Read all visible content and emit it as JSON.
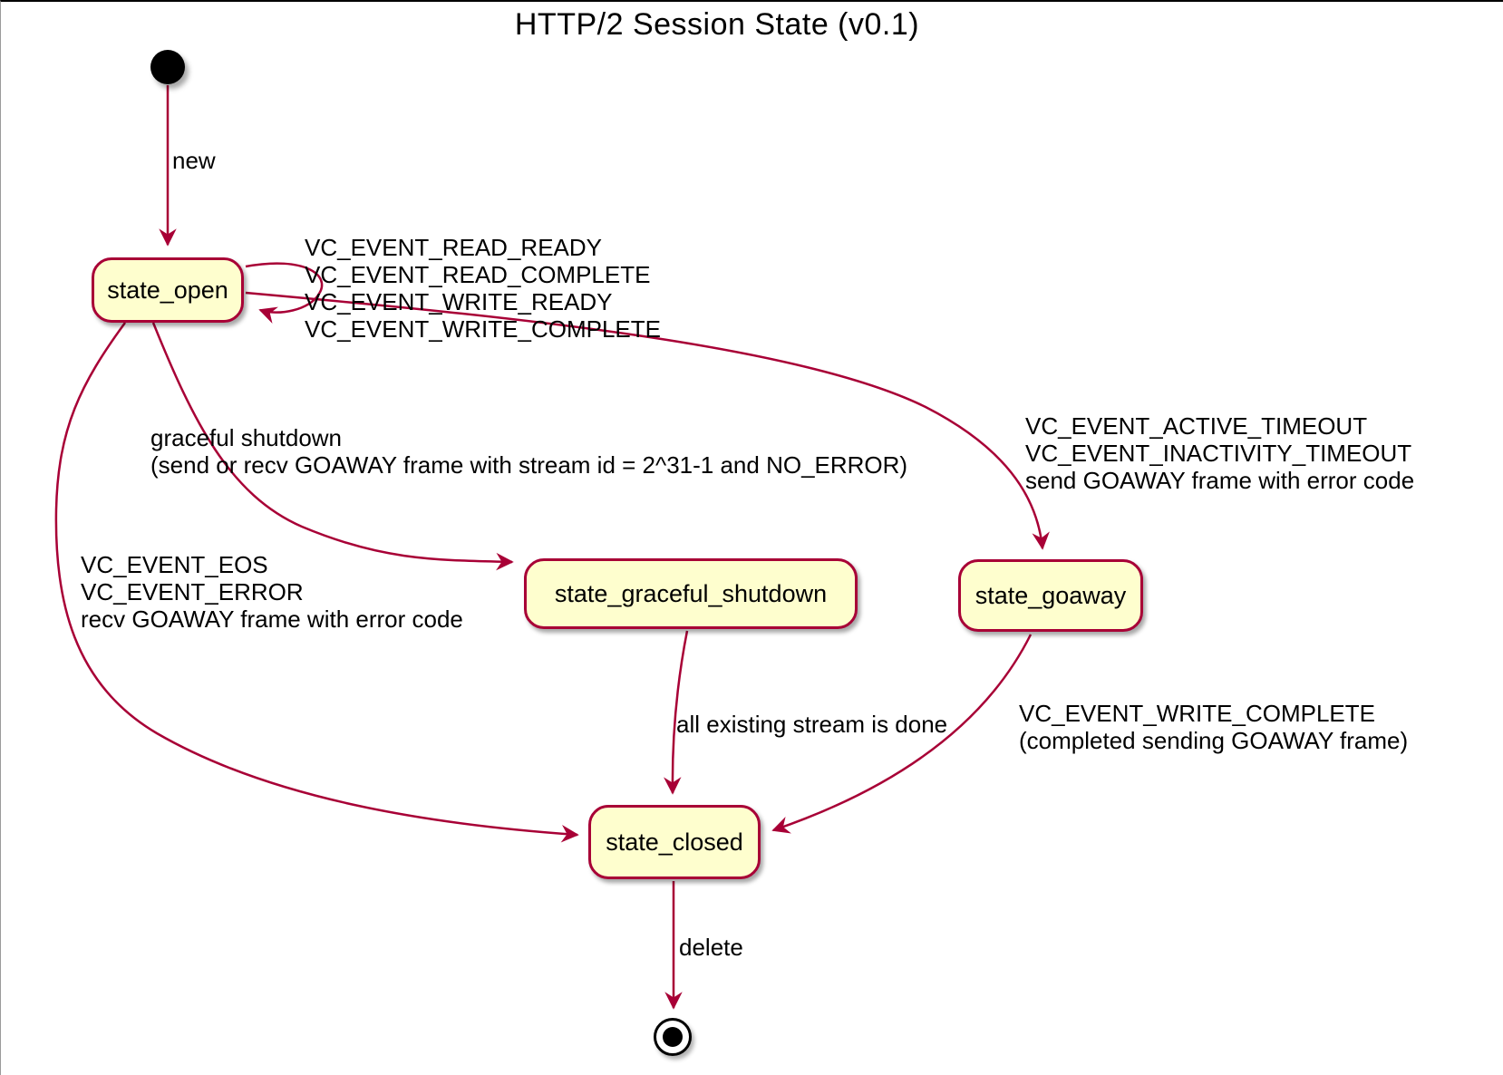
{
  "title": "HTTP/2 Session State (v0.1)",
  "colors": {
    "state_fill": "#FEFECE",
    "state_border": "#A80036",
    "edge": "#A80036",
    "text": "#000000",
    "initial_final": "#000000"
  },
  "states": {
    "open": "state_open",
    "graceful_shutdown": "state_graceful_shutdown",
    "goaway": "state_goaway",
    "closed": "state_closed"
  },
  "transitions": {
    "new": {
      "from": "initial",
      "to": "state_open",
      "lines": [
        "new"
      ]
    },
    "self_loop": {
      "from": "state_open",
      "to": "state_open",
      "lines": [
        "VC_EVENT_READ_READY",
        "VC_EVENT_READ_COMPLETE",
        "VC_EVENT_WRITE_READY",
        "VC_EVENT_WRITE_COMPLETE"
      ]
    },
    "graceful": {
      "from": "state_open",
      "to": "state_graceful_shutdown",
      "lines": [
        "graceful shutdown",
        "(send or recv GOAWAY frame with stream id = 2^31-1 and NO_ERROR)"
      ]
    },
    "goaway": {
      "from": "state_open",
      "to": "state_goaway",
      "lines": [
        "VC_EVENT_ACTIVE_TIMEOUT",
        "VC_EVENT_INACTIVITY_TIMEOUT",
        "send GOAWAY frame with error code"
      ]
    },
    "eos": {
      "from": "state_open",
      "to": "state_closed",
      "lines": [
        "VC_EVENT_EOS",
        "VC_EVENT_ERROR",
        "recv GOAWAY frame with error code"
      ]
    },
    "streams_done": {
      "from": "state_graceful_shutdown",
      "to": "state_closed",
      "lines": [
        "all existing stream is done"
      ]
    },
    "write_complete": {
      "from": "state_goaway",
      "to": "state_closed",
      "lines": [
        "VC_EVENT_WRITE_COMPLETE",
        "(completed sending GOAWAY frame)"
      ]
    },
    "delete": {
      "from": "state_closed",
      "to": "final",
      "lines": [
        "delete"
      ]
    }
  }
}
